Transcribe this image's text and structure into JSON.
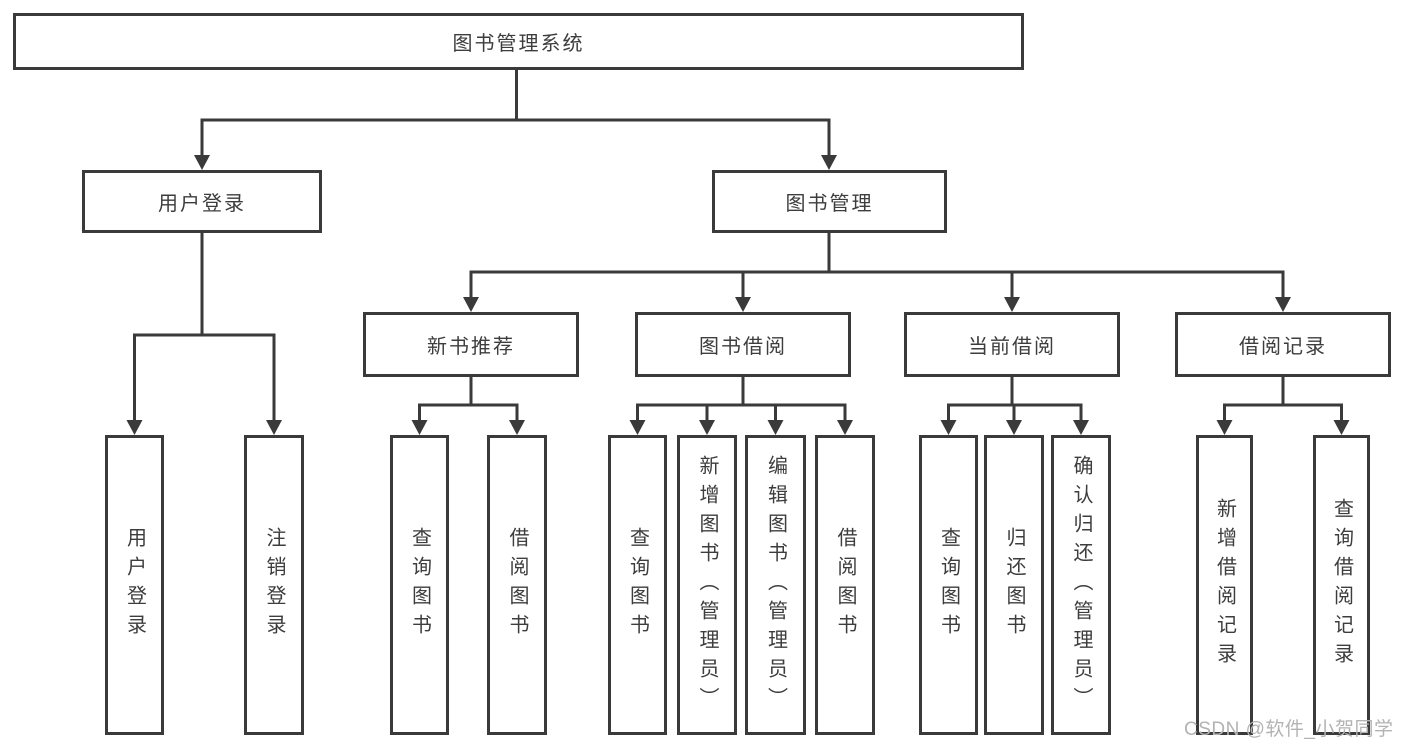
{
  "title": "图书管理系统",
  "level2": [
    "用户登录",
    "图书管理"
  ],
  "level3": [
    "新书推荐",
    "图书借阅",
    "当前借阅",
    "借阅记录"
  ],
  "leaves": {
    "user_login": [
      "用户登录",
      "注销登录"
    ],
    "new_book_recommend": [
      "查询图书",
      "借阅图书"
    ],
    "book_borrow": [
      "查询图书",
      "新增图书（管理员）",
      "编辑图书（管理员）",
      "借阅图书"
    ],
    "current_borrow": [
      "查询图书",
      "归还图书",
      "确认归还（管理员）"
    ],
    "borrow_records": [
      "新增借阅记录",
      "查询借阅记录"
    ]
  },
  "watermark": "CSDN @软件_小贺同学",
  "colors": {
    "line": "#3a3a3a",
    "text": "#3d3d3d",
    "box_background": "#ffffff",
    "watermark": "#b3b3b3"
  }
}
